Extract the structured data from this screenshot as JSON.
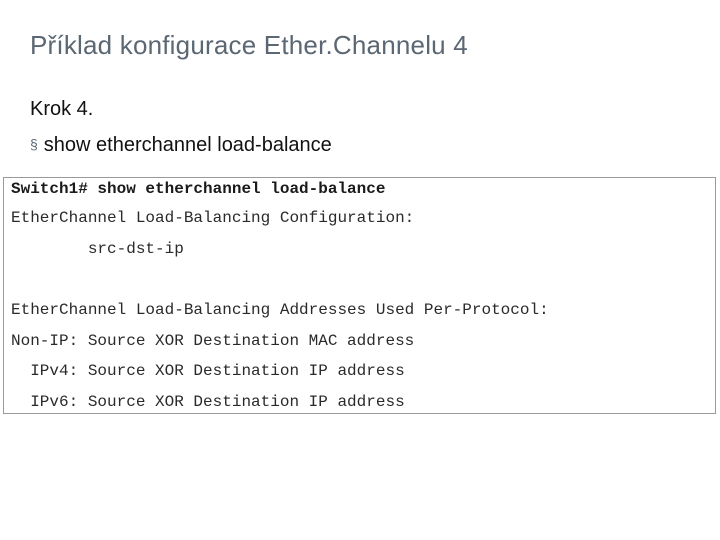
{
  "slide": {
    "title": "Příklad konfigurace Ether.Channelu 4",
    "step": "Krok 4.",
    "bullet_marker": "§",
    "bullet_text": "show etherchannel load-balance"
  },
  "terminal": {
    "prompt": "Switch1#",
    "command": " show etherchannel load-balance",
    "lines": [
      "EtherChannel Load-Balancing Configuration:",
      "        src-dst-ip",
      "EtherChannel Load-Balancing Addresses Used Per-Protocol:",
      "Non-IP: Source XOR Destination MAC address",
      "  IPv4: Source XOR Destination IP address",
      "  IPv6: Source XOR Destination IP address"
    ]
  }
}
